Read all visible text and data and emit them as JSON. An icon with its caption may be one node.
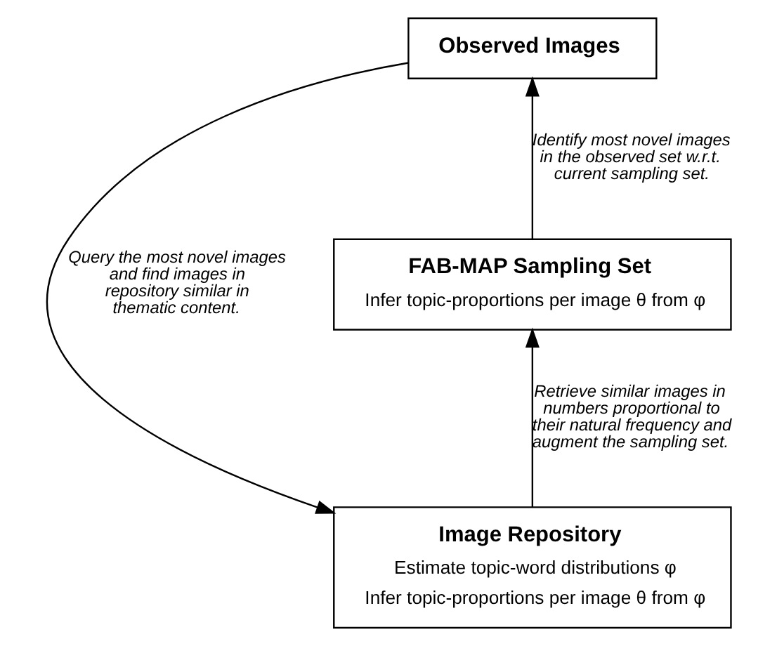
{
  "diagram": {
    "nodes": [
      {
        "text": [
          "Observed Images"
        ]
      },
      {
        "text": [
          "FAB-MAP Sampling Set",
          "Infer topic-proportions per image θ from φ"
        ]
      },
      {
        "text": [
          "Image Repository",
          "Estimate topic-word distributions φ",
          "Infer topic-proportions per image θ from φ"
        ]
      }
    ],
    "edges": [
      {
        "from": 1,
        "to": 0,
        "arrow": "to",
        "label": "Identify most novel images in the observed set w.r.t. current sampling set."
      },
      {
        "from": 0,
        "to": 2,
        "arrow": "to",
        "label": "Query the most novel images and find images in repository similar in thematic content."
      },
      {
        "from": 2,
        "to": 1,
        "arrow": "to",
        "label": "Retrieve similar images in numbers proportional to their natural frequency and augment the sampling set."
      }
    ]
  }
}
